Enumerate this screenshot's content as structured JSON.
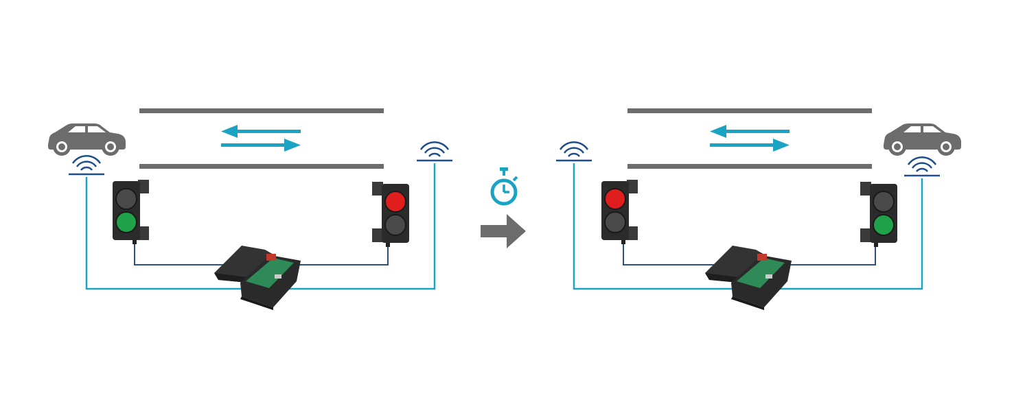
{
  "colors": {
    "background": "#ffffff",
    "road": "#6d6c6c",
    "flow_arrows": "#1ba3c4",
    "sensor_wiring": "#1ba3c4",
    "light_wiring": "#2d4f86",
    "sensor_waves": "#1d4f8c",
    "timer": "#1ba3c4",
    "transition_arrow": "#6d6c6c",
    "car": "#6d6c6c",
    "traffic_light_housing": "#2b2b2b",
    "lamp_red_on": "#e01e1e",
    "lamp_green_on": "#1fa24a",
    "lamp_off": "#4a4a4a",
    "controller_box": "#2a2a2a",
    "controller_board": "#2e8b57"
  },
  "icons": {
    "car": "car-icon",
    "sensor": "wireless-sensor-icon",
    "timer": "stopwatch-icon",
    "transition": "right-arrow-icon",
    "flow": "two-way-arrows-icon",
    "controller": "control-box-icon",
    "traffic_light": "traffic-light-icon"
  },
  "scenes": [
    {
      "name": "before",
      "car_side": "left",
      "left_light": {
        "top": "off",
        "bottom": "green"
      },
      "right_light": {
        "top": "red",
        "bottom": "off"
      }
    },
    {
      "name": "after",
      "car_side": "right",
      "left_light": {
        "top": "red",
        "bottom": "off"
      },
      "right_light": {
        "top": "off",
        "bottom": "green"
      }
    }
  ]
}
